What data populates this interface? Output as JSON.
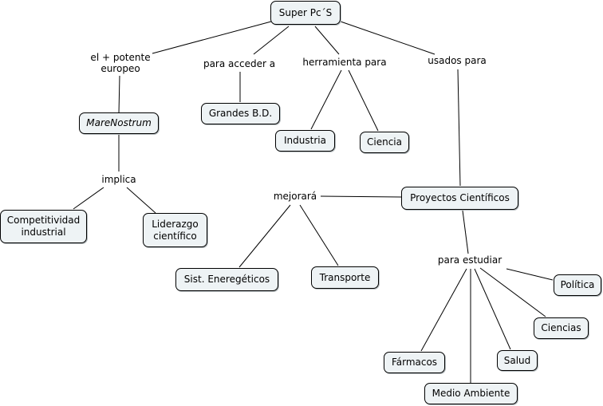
{
  "diagram": {
    "type": "concept-map",
    "root": "Super Pc´S",
    "nodes": {
      "root": "Super Pc´S",
      "marenostrum": "MareNostrum",
      "competitividad": "Competitividad\nindustrial",
      "liderazgo": "Liderazgo\ncientífico",
      "grandes_bd": "Grandes B.D.",
      "industria": "Industria",
      "ciencia": "Ciencia",
      "proyectos": "Proyectos Científicos",
      "sist_energeticos": "Sist. Eneregéticos",
      "transporte": "Transporte",
      "politica": "Política",
      "ciencias": "Ciencias",
      "farmacos": "Fármacos",
      "salud": "Salud",
      "medio_ambiente": "Medio Ambiente"
    },
    "linking_phrases": {
      "el_potente": "el + potente\neuropeo",
      "para_acceder": "para acceder a",
      "herramienta": "herramienta para",
      "usados": "usados para",
      "implica": "implica",
      "mejorara": "mejorará",
      "para_estudiar": "para estudiar"
    },
    "propositions": [
      [
        "Super Pc´S",
        "el + potente europeo",
        "MareNostrum"
      ],
      [
        "MareNostrum",
        "implica",
        "Competitividad industrial"
      ],
      [
        "MareNostrum",
        "implica",
        "Liderazgo científico"
      ],
      [
        "Super Pc´S",
        "para acceder a",
        "Grandes B.D."
      ],
      [
        "Super Pc´S",
        "herramienta para",
        "Industria"
      ],
      [
        "Super Pc´S",
        "herramienta para",
        "Ciencia"
      ],
      [
        "Super Pc´S",
        "usados para",
        "Proyectos Científicos"
      ],
      [
        "Proyectos Científicos",
        "mejorará",
        "Sist. Eneregéticos"
      ],
      [
        "Proyectos Científicos",
        "mejorará",
        "Transporte"
      ],
      [
        "Proyectos Científicos",
        "para estudiar",
        "Política"
      ],
      [
        "Proyectos Científicos",
        "para estudiar",
        "Ciencias"
      ],
      [
        "Proyectos Científicos",
        "para estudiar",
        "Salud"
      ],
      [
        "Proyectos Científicos",
        "para estudiar",
        "Medio Ambiente"
      ],
      [
        "Proyectos Científicos",
        "para estudiar",
        "Fármacos"
      ]
    ],
    "colors": {
      "node_fill": "#eef3f5",
      "border": "#000000",
      "line": "#000000"
    }
  }
}
